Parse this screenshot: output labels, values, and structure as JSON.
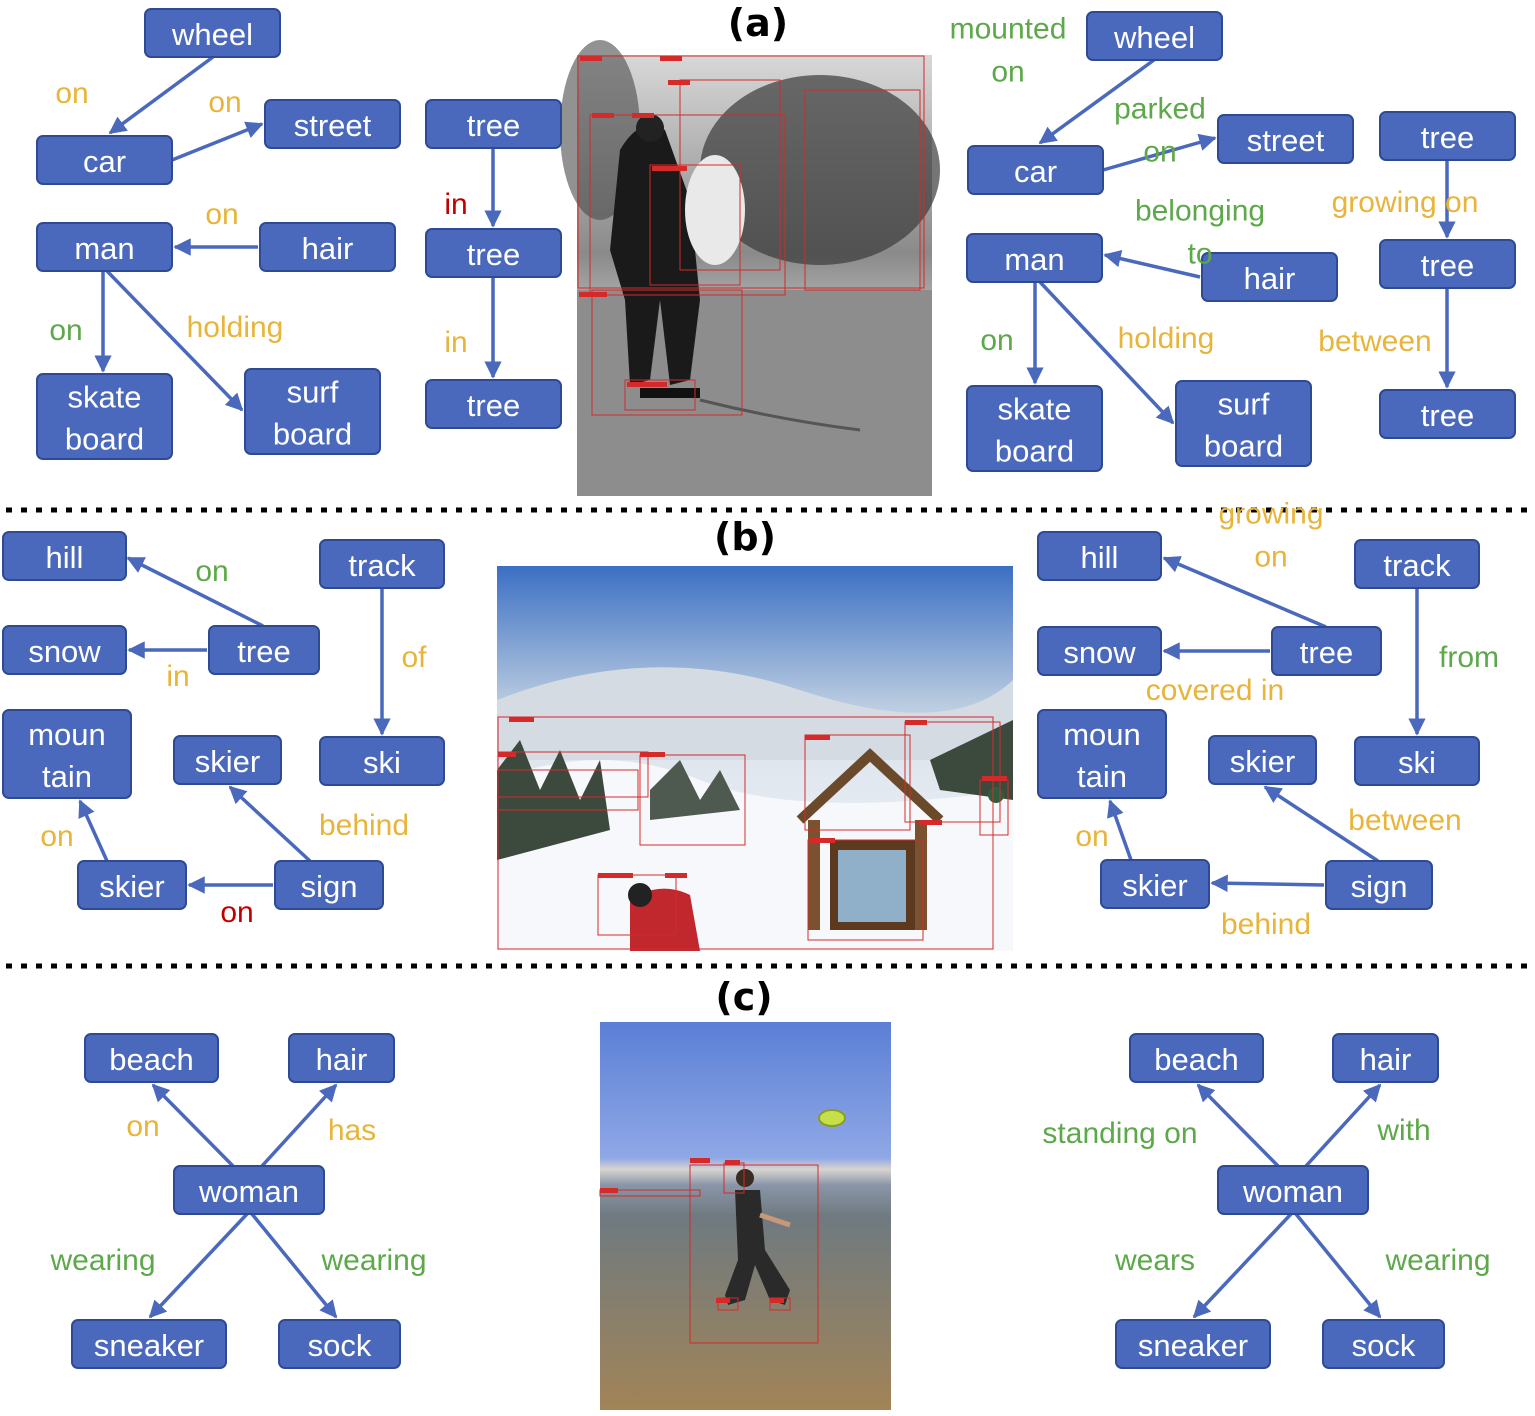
{
  "colors": {
    "node_fill": "#4A69BD",
    "label_yellow": "#E8B43A",
    "label_green": "#5DA84A",
    "label_red": "#C00000"
  },
  "panels": {
    "a": {
      "label": "(a)",
      "left_graph": {
        "nodes": {
          "wheel": "wheel",
          "car": "car",
          "street": "street",
          "tree1": "tree",
          "tree2": "tree",
          "tree3": "tree",
          "man": "man",
          "hair": "hair",
          "skateboard": "skate\nboard",
          "surfboard": "surf\nboard"
        },
        "edges": [
          {
            "text": "on",
            "color": "yellow"
          },
          {
            "text": "on",
            "color": "yellow"
          },
          {
            "text": "on",
            "color": "yellow"
          },
          {
            "text": "on",
            "color": "green"
          },
          {
            "text": "holding",
            "color": "yellow"
          },
          {
            "text": "in",
            "color": "red"
          },
          {
            "text": "in",
            "color": "yellow"
          }
        ]
      },
      "right_graph": {
        "nodes": {
          "wheel": "wheel",
          "car": "car",
          "street": "street",
          "tree1": "tree",
          "tree2": "tree",
          "tree3": "tree",
          "man": "man",
          "hair": "hair",
          "skateboard": "skate\nboard",
          "surfboard": "surf\nboard"
        },
        "edges": [
          {
            "text": "mounted\non",
            "color": "green"
          },
          {
            "text": "parked\non",
            "color": "green"
          },
          {
            "text": "belonging\nto",
            "color": "green"
          },
          {
            "text": "on",
            "color": "green"
          },
          {
            "text": "holding",
            "color": "yellow"
          },
          {
            "text": "growing on",
            "color": "yellow"
          },
          {
            "text": "between",
            "color": "yellow"
          }
        ]
      }
    },
    "b": {
      "label": "(b)",
      "left_graph": {
        "nodes": {
          "hill": "hill",
          "snow": "snow",
          "tree": "tree",
          "track": "track",
          "ski": "ski",
          "mountain": "moun\ntain",
          "skier1": "skier",
          "skier2": "skier",
          "sign": "sign"
        },
        "edges": [
          {
            "text": "on",
            "color": "green"
          },
          {
            "text": "in",
            "color": "yellow"
          },
          {
            "text": "of",
            "color": "yellow"
          },
          {
            "text": "on",
            "color": "yellow"
          },
          {
            "text": "behind",
            "color": "yellow"
          },
          {
            "text": "on",
            "color": "red"
          }
        ]
      },
      "right_graph": {
        "nodes": {
          "hill": "hill",
          "snow": "snow",
          "tree": "tree",
          "track": "track",
          "ski": "ski",
          "mountain": "moun\ntain",
          "skier1": "skier",
          "skier2": "skier",
          "sign": "sign"
        },
        "edges": [
          {
            "text": "growing\non",
            "color": "yellow"
          },
          {
            "text": "covered in",
            "color": "yellow"
          },
          {
            "text": "from",
            "color": "green"
          },
          {
            "text": "on",
            "color": "yellow"
          },
          {
            "text": "between",
            "color": "yellow"
          },
          {
            "text": "behind",
            "color": "yellow"
          }
        ]
      }
    },
    "c": {
      "label": "(c)",
      "left_graph": {
        "nodes": {
          "beach": "beach",
          "hair": "hair",
          "woman": "woman",
          "sneaker": "sneaker",
          "sock": "sock"
        },
        "edges": [
          {
            "text": "on",
            "color": "yellow"
          },
          {
            "text": "has",
            "color": "yellow"
          },
          {
            "text": "wearing",
            "color": "green"
          },
          {
            "text": "wearing",
            "color": "green"
          }
        ]
      },
      "right_graph": {
        "nodes": {
          "beach": "beach",
          "hair": "hair",
          "woman": "woman",
          "sneaker": "sneaker",
          "sock": "sock"
        },
        "edges": [
          {
            "text": "standing on",
            "color": "green"
          },
          {
            "text": "with",
            "color": "green"
          },
          {
            "text": "wears",
            "color": "green"
          },
          {
            "text": "wearing",
            "color": "green"
          }
        ]
      }
    }
  }
}
